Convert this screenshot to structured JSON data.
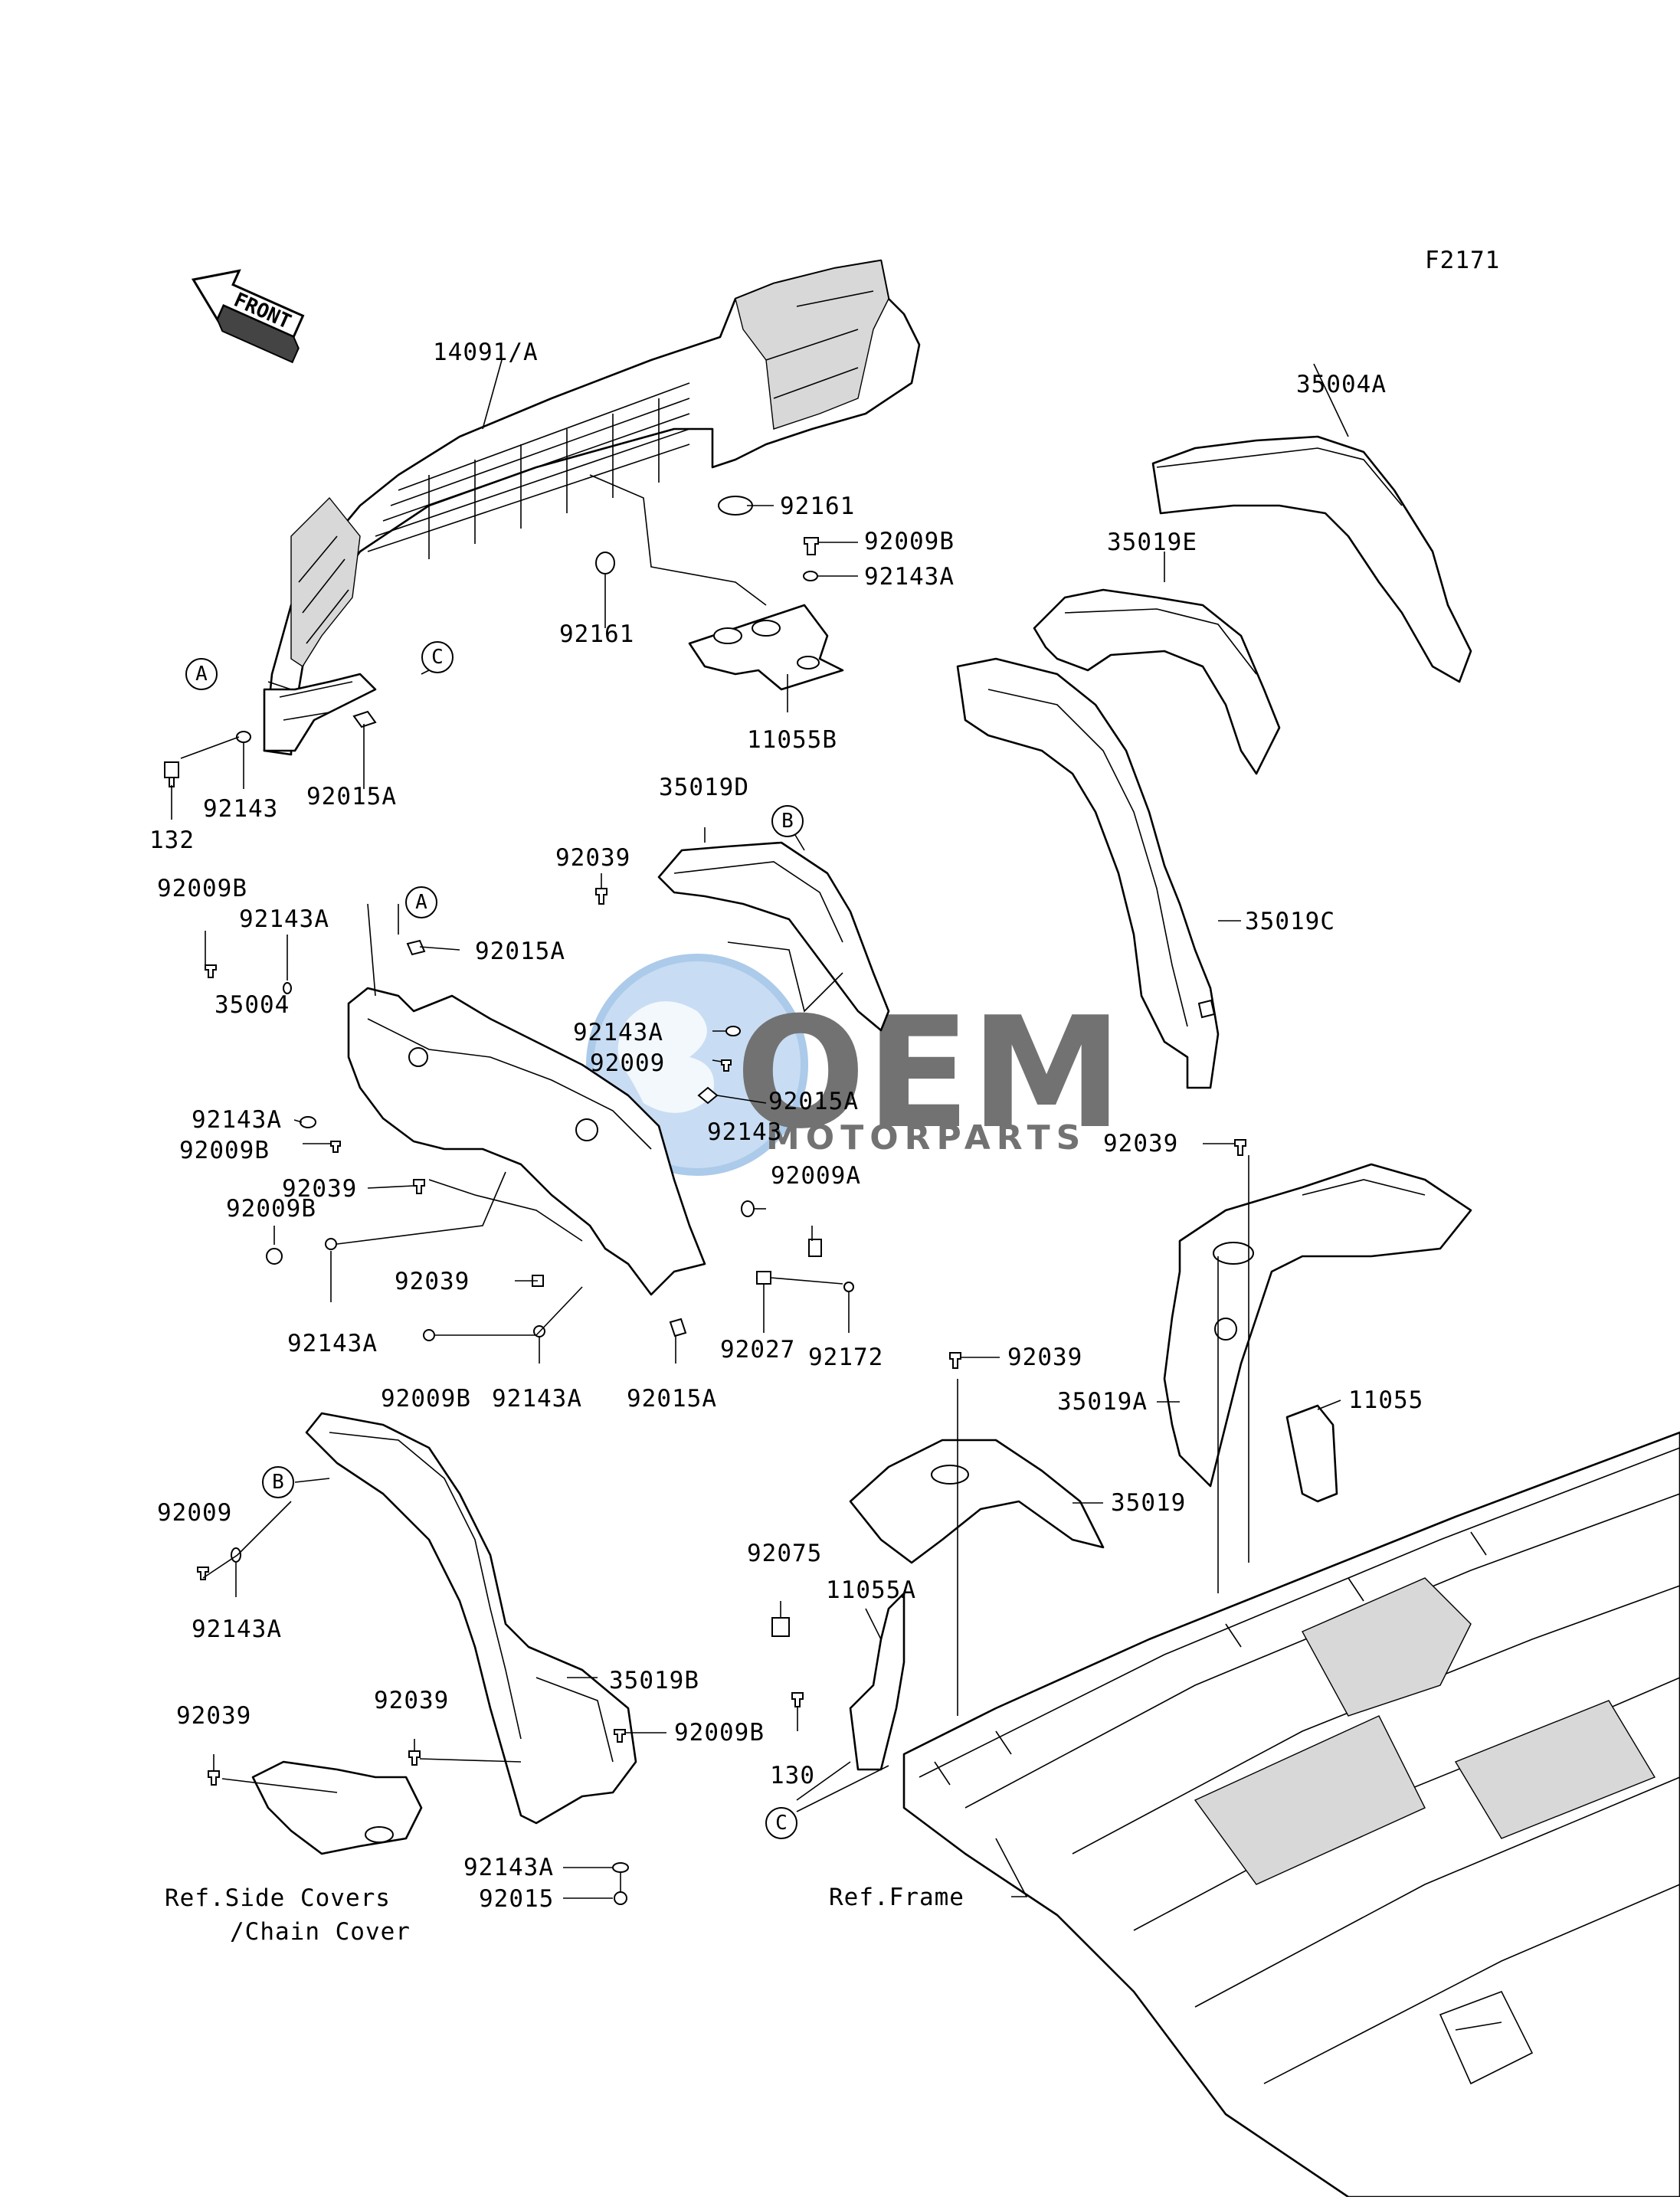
{
  "diagram_code": "F2171",
  "direction_badge": "FRONT",
  "callouts": [
    "A",
    "B",
    "C"
  ],
  "watermark": {
    "main": "OEM",
    "sub": "MOTORPARTS",
    "color": "#6aa0d8"
  },
  "labels": {
    "l14091A": "14091/A",
    "l92161_top": "92161",
    "l92161_left": "92161",
    "l92009B_top": "92009B",
    "l92143A_top": "92143A",
    "l11055B": "11055B",
    "l132": "132",
    "l92143_top": "92143",
    "l92015A_top": "92015A",
    "l35004A": "35004A",
    "l35019E": "35019E",
    "l35019C": "35019C",
    "l35019D": "35019D",
    "l92039_mid": "92039",
    "l92009B_l1": "92009B",
    "l92143A_l1": "92143A",
    "l92015A_l1": "92015A",
    "l35004": "35004",
    "l92143A_c": "92143A",
    "l92009_c": "92009",
    "l92015A_c": "92015A",
    "l92143_c": "92143",
    "l92143A_l2": "92143A",
    "l92009B_l2": "92009B",
    "l92039_l": "92039",
    "l92009A": "92009A",
    "l92009B_l3": "92009B",
    "l92039_l2": "92039",
    "l92143A_l3": "92143A",
    "l92009B_b": "92009B",
    "l92143A_b": "92143A",
    "l92015A_b": "92015A",
    "l92027": "92027",
    "l92172": "92172",
    "l92039_r": "92039",
    "l92039_r2": "92039",
    "l35019A": "35019A",
    "l11055": "11055",
    "l35019": "35019",
    "l92075": "92075",
    "l11055A": "11055A",
    "l130": "130",
    "l92009_bl": "92009",
    "l92143A_bl": "92143A",
    "l35019B": "35019B",
    "l92039_bl": "92039",
    "l92039_bl2": "92039",
    "l92009B_bl": "92009B",
    "l92143A_bl2": "92143A",
    "l92015": "92015",
    "ref_side_1": "Ref.Side Covers",
    "ref_side_2": "/Chain Cover",
    "ref_frame": "Ref.Frame"
  }
}
